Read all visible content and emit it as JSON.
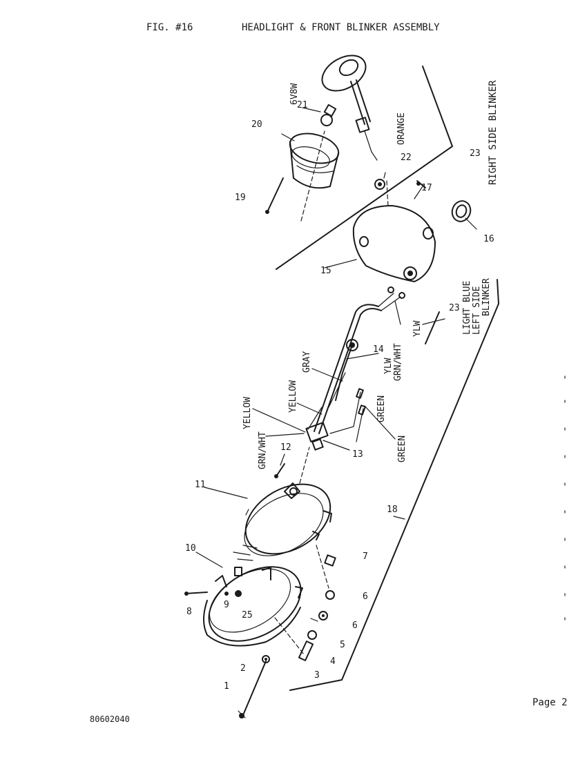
{
  "header": {
    "fig": "FIG. #16",
    "title": "HEADLIGHT & FRONT BLINKER ASSEMBLY"
  },
  "footer": {
    "doc_number": "80602040",
    "page_label": "Page 2"
  },
  "callouts": {
    "c1": "1",
    "c2": "2",
    "c3": "3",
    "c4": "4",
    "c5": "5",
    "c6a": "6",
    "c6b": "6",
    "c7": "7",
    "c8": "8",
    "c9": "9",
    "c10": "10",
    "c11": "11",
    "c12": "12",
    "c13": "13",
    "c14": "14",
    "c15": "15",
    "c16": "16",
    "c17": "17",
    "c18": "18",
    "c19": "19",
    "c20": "20",
    "c21": "21",
    "c22": "22",
    "c23a": "23",
    "c23b": "23",
    "c25": "25"
  },
  "bulb_spec": "6V8W",
  "wire_labels": {
    "orange": "ORANGE",
    "yellow_top": "YELLOW",
    "grn_wht_top": "GRN/WHT",
    "yellow_mid": "YELLOW",
    "gray": "GRAY",
    "ylw_14": "YLW",
    "grn_wht_14": "GRN/WHT",
    "green_1": "GREEN",
    "green_2": "GREEN",
    "ylw_lead": "YLW",
    "light_blue": "LIGHT BLUE"
  },
  "side_labels": {
    "right": "RIGHT SIDE BLINKER",
    "left_1": "LEFT SIDE",
    "left_2": "BLINKER"
  }
}
